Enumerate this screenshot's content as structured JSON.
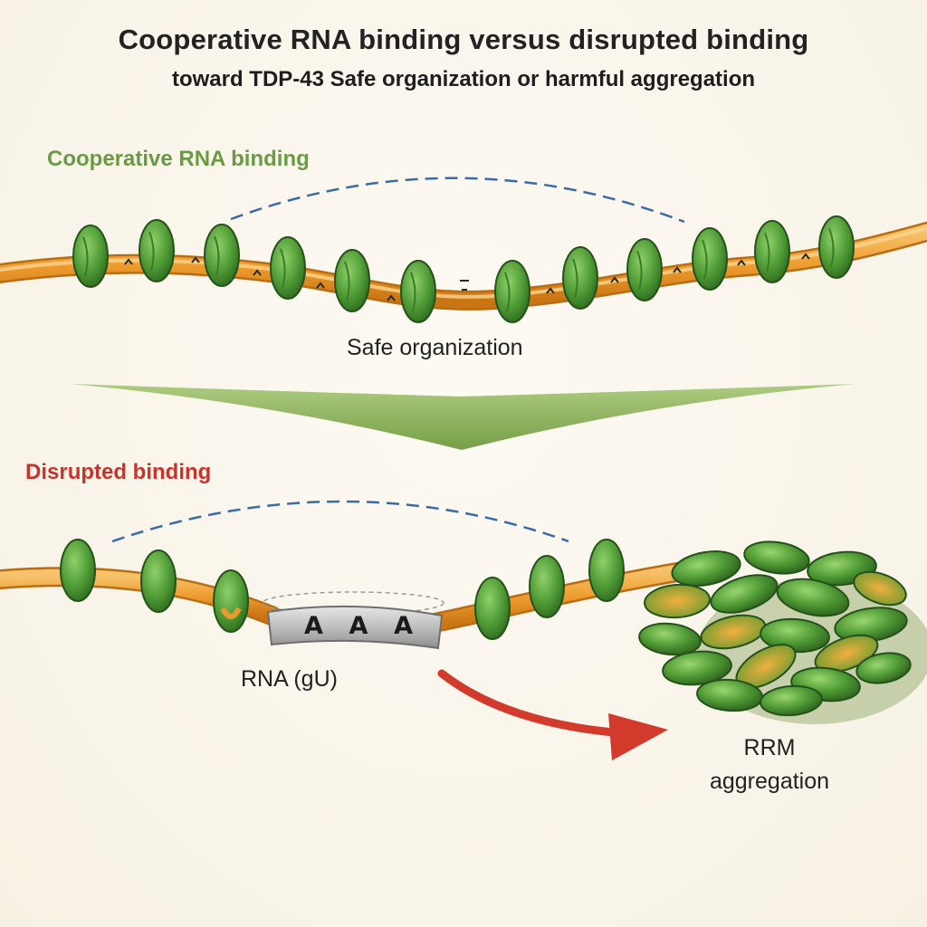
{
  "title": "Cooperative RNA binding versus disrupted binding",
  "subtitle": "toward TDP-43 Safe organization or harmful aggregation",
  "top_panel": {
    "label": "Cooperative RNA binding",
    "caption": "Safe organization"
  },
  "bottom_panel": {
    "label": "Disrupted binding",
    "rna_caption": "RNA (gU)",
    "rna_letters": [
      "A",
      "A",
      "A"
    ],
    "aggregate_caption_line1": "RRM",
    "aggregate_caption_line2": "aggregation"
  },
  "colors": {
    "strand": "#f0a43a",
    "protein": "#4f9a35",
    "green_label": "#6a9a45",
    "red_label": "#c8332b",
    "dashed_arc": "#3a6aa8",
    "arrow": "#d23a2c",
    "funnel": "#8fb55e"
  }
}
